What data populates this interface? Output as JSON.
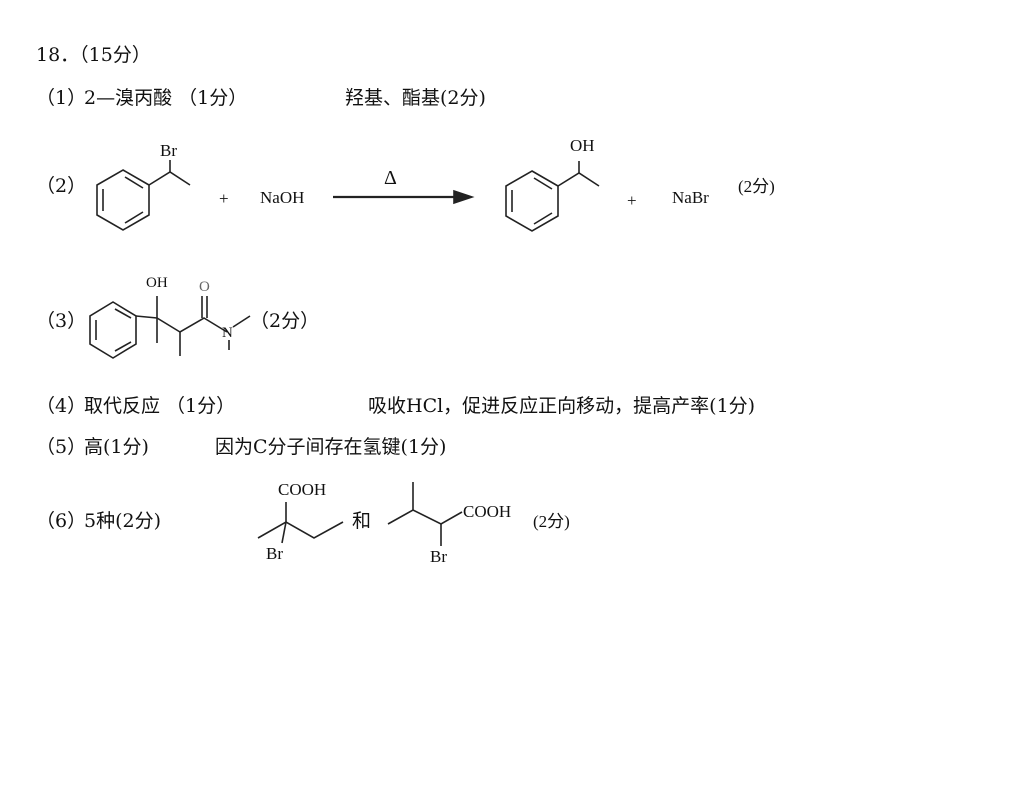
{
  "header": "18．（15分）",
  "q1": {
    "num": "（1）",
    "a": "2—溴丙酸 （1分）",
    "b": "羟基、酯基(2分)"
  },
  "q2": {
    "num": "（2）",
    "reactant_label": "Br",
    "plus1": "+",
    "naoh": "NaOH",
    "condition": "Δ",
    "product_label": "OH",
    "plus2": "+",
    "nabr": "NaBr",
    "score": "(2分)"
  },
  "q3": {
    "num": "（3）",
    "oh": "OH",
    "o": "O",
    "n": "N",
    "score": "（2分）"
  },
  "q4": {
    "num": "（4）",
    "a": "取代反应 （1分）",
    "b": "吸收HCl，促进反应正向移动，提高产率(1分)"
  },
  "q5": {
    "num": "（5）",
    "a": "高(1分)",
    "b": "因为C分子间存在氢键(1分)"
  },
  "q6": {
    "num": "（6）",
    "a": "5种(2分)",
    "cooh1": "COOH",
    "br1": "Br",
    "and": "和",
    "cooh2": "COOH",
    "br2": "Br",
    "score": "(2分)"
  }
}
